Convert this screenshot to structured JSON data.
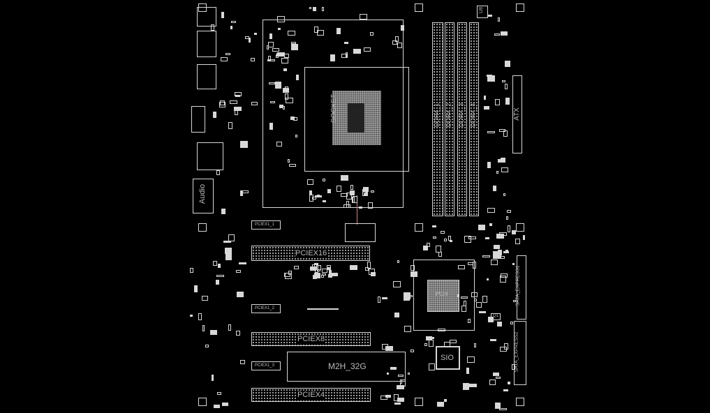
{
  "board": {
    "cpu_socket": "SOCKET",
    "dimms": [
      "DDR4_1",
      "DDR4_2",
      "DDR4_3",
      "DDR4_4"
    ],
    "atx": "ATX",
    "audio": "Audio",
    "pcie_x16": "PCIEX16",
    "pcie_x8": "PCIEX8",
    "pcie_x4": "PCIEX4",
    "pcie_x1": [
      "PCIEX1_1",
      "PCIEX1_2",
      "PCIEX1_3"
    ],
    "m2": "M2H_32G",
    "sio": "SIO",
    "chipset": "PCH",
    "sata1": "SATA_EXPRESS1",
    "sata2": "SATA_EXPRESS2",
    "u8": "U8",
    "q1": "Q1"
  }
}
